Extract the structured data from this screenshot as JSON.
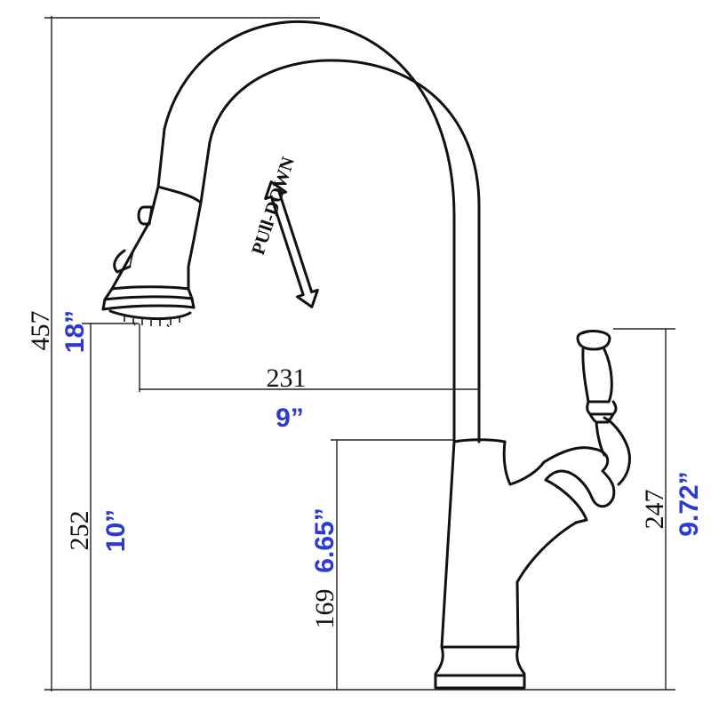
{
  "colors": {
    "line": "#111111",
    "inch_text": "#2b3bd1",
    "background": "#ffffff"
  },
  "annotations": {
    "pull_down": "PUll-DOWN"
  },
  "dimensions": {
    "total_height_mm": "457",
    "total_height_in": "18”",
    "spout_height_mm": "252",
    "spout_height_in": "10”",
    "reach_mm": "231",
    "reach_in": "9”",
    "body_height_mm": "169",
    "body_height_in": "6.65”",
    "handle_height_mm": "247",
    "handle_height_in": "9.72”"
  },
  "icons": [
    "double-arrow-icon"
  ]
}
